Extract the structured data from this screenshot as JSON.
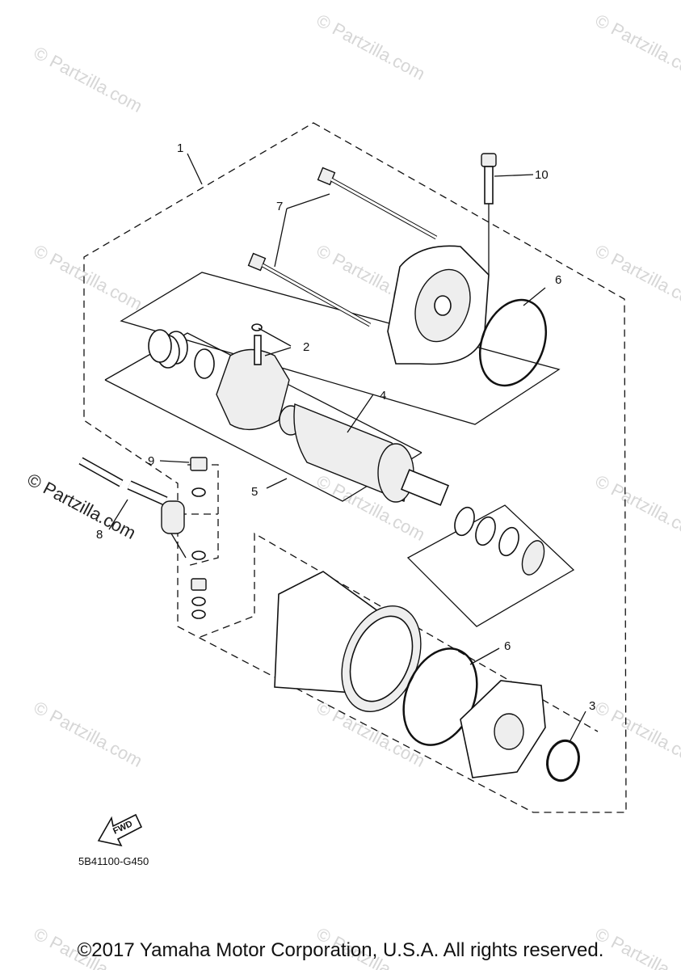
{
  "diagram": {
    "callouts": [
      {
        "id": "callout-1",
        "label": "1"
      },
      {
        "id": "callout-2",
        "label": "2"
      },
      {
        "id": "callout-3",
        "label": "3"
      },
      {
        "id": "callout-4",
        "label": "4"
      },
      {
        "id": "callout-5",
        "label": "5"
      },
      {
        "id": "callout-6a",
        "label": "6"
      },
      {
        "id": "callout-6b",
        "label": "6"
      },
      {
        "id": "callout-7",
        "label": "7"
      },
      {
        "id": "callout-8",
        "label": "8"
      },
      {
        "id": "callout-9",
        "label": "9"
      },
      {
        "id": "callout-10",
        "label": "10"
      }
    ],
    "fwd_label": "FWD",
    "reference_code": "5B41100-G450"
  },
  "watermark": {
    "text": "© Partzilla.com"
  },
  "footer": {
    "copyright": "©2017 Yamaha Motor Corporation, U.S.A. All rights reserved."
  }
}
